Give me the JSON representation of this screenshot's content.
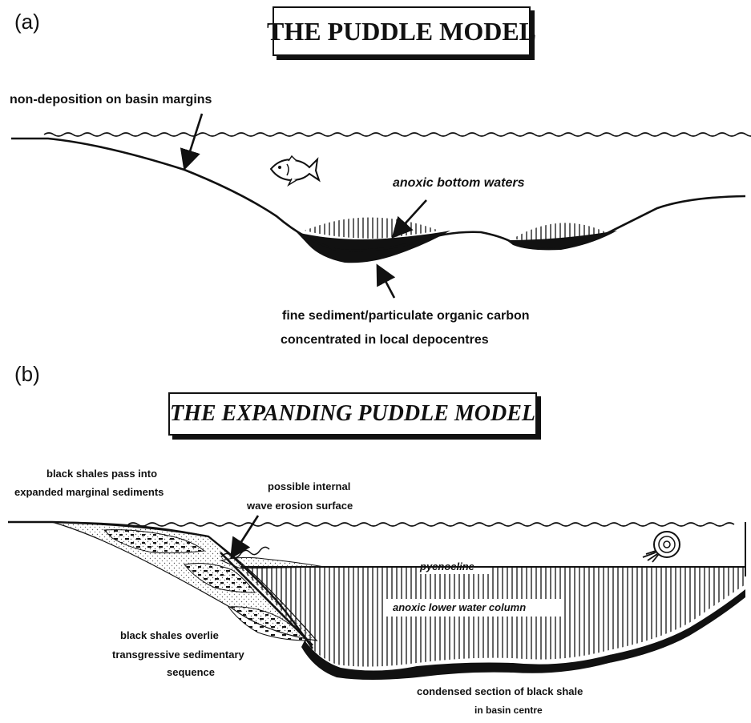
{
  "panel_a": {
    "label": "(a)",
    "title": "THE PUDDLE MODEL",
    "labels": {
      "non_deposition": "non-deposition on basin margins",
      "anoxic_bottom": "anoxic bottom waters",
      "fine_sediment_line1": "fine sediment/particulate organic carbon",
      "fine_sediment_line2": "concentrated in local depocentres"
    }
  },
  "panel_b": {
    "label": "(b)",
    "title": "THE EXPANDING PUDDLE MODEL",
    "labels": {
      "black_shales_pass_line1": "black shales pass into",
      "black_shales_pass_line2": "expanded marginal sediments",
      "internal_wave_line1": "possible internal",
      "internal_wave_line2": "wave erosion surface",
      "pycnocline": "pycnocline",
      "anoxic_column": "anoxic lower water column",
      "overlie_line1": "black shales overlie",
      "overlie_line2": "transgressive sedimentary",
      "overlie_line3": "sequence",
      "condensed_line1": "condensed section of black shale",
      "condensed_line2": "in basin centre"
    }
  },
  "colors": {
    "ink": "#111111",
    "background": "#ffffff",
    "stipple": "#bdbdbd"
  },
  "icons": [
    "fish-icon",
    "ammonite-icon"
  ]
}
